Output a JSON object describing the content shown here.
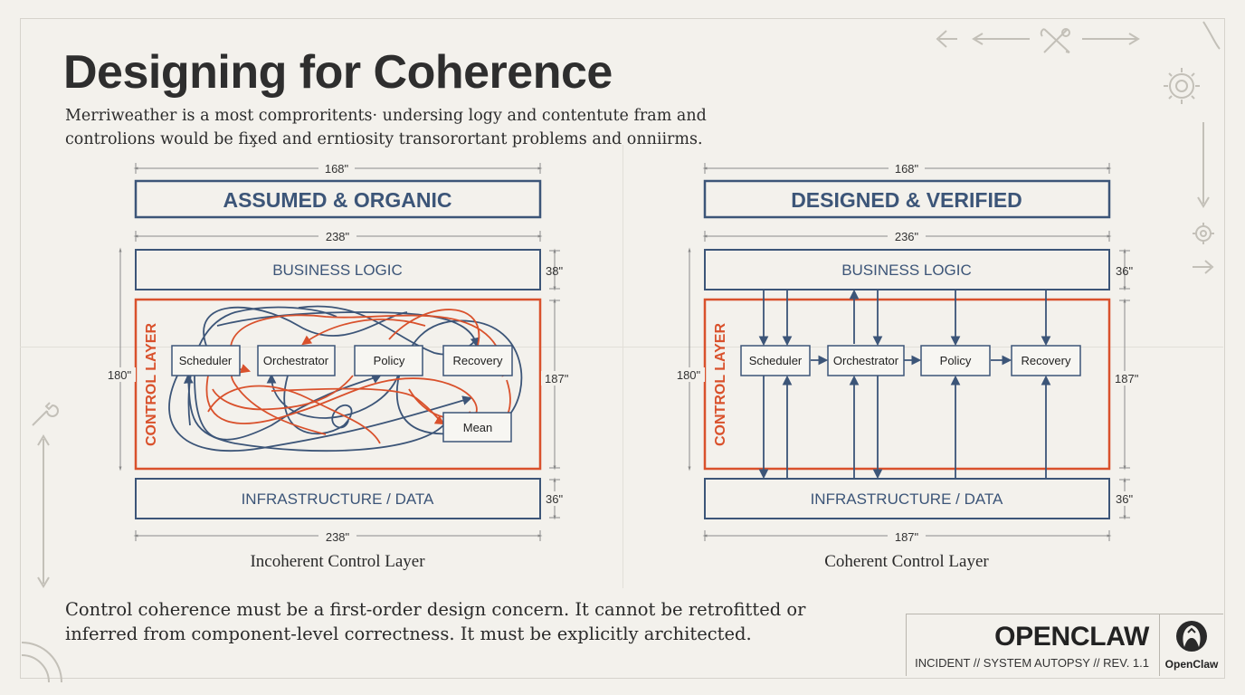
{
  "title": "Designing for Coherence",
  "intro": {
    "line1": "Merriweather is a most comproritents· undersing logy and contentute fram and",
    "line2": "controlions would be fix̧ed and erntiosity transorortant problems and onniirms."
  },
  "left_diagram": {
    "header": "ASSUMED & ORGANIC",
    "top_dim": "168\"",
    "width_dim": "238\"",
    "business_logic": "BUSINESS LOGIC",
    "business_height": "38\"",
    "control_layer": "CONTROL LAYER",
    "control_outer_dim": "180\"",
    "control_inner_dim": "187\"",
    "nodes": [
      "Scheduler",
      "Orchestrator",
      "Policy",
      "Recovery",
      "Mean"
    ],
    "infrastructure": "INFRASTRUCTURE / DATA",
    "infra_height": "36\"",
    "bottom_dim": "238\"",
    "caption": "Incoherent Control Layer"
  },
  "right_diagram": {
    "header": "DESIGNED & VERIFIED",
    "top_dim": "168\"",
    "width_dim": "236\"",
    "business_logic": "BUSINESS LOGIC",
    "business_height": "36\"",
    "control_layer": "CONTROL LAYER",
    "control_outer_dim": "180\"",
    "control_inner_dim": "187\"",
    "nodes": [
      "Scheduler",
      "Orchestrator",
      "Policy",
      "Recovery"
    ],
    "infrastructure": "INFRASTRUCTURE / DATA",
    "infra_height": "36\"",
    "bottom_dim": "187\"",
    "caption": "Coherent Control Layer"
  },
  "conclusion": {
    "line1": "Control coherence must be a first-order design concern. It cannot be retrofitted or",
    "line2": "inferred from component-level correctness. It must be explicitly architected."
  },
  "brand": {
    "name": "OPENCLAW",
    "subtitle": "INCIDENT // SYSTEM AUTOPSY // REV. 1.1",
    "logo_label": "OpenClaw"
  },
  "colors": {
    "navy": "#3c5578",
    "orange": "#d9512c",
    "dim": "#8b8b8b"
  },
  "icons": [
    "arrow-left-icon",
    "long-arrow-left-icon",
    "wrench-screwdriver-icon",
    "long-arrow-right-icon",
    "gear-icon",
    "arrow-down-icon",
    "small-gear-icon",
    "arrow-right-icon",
    "wrench-icon",
    "vertical-arrow-icon",
    "claw-logo-icon"
  ]
}
